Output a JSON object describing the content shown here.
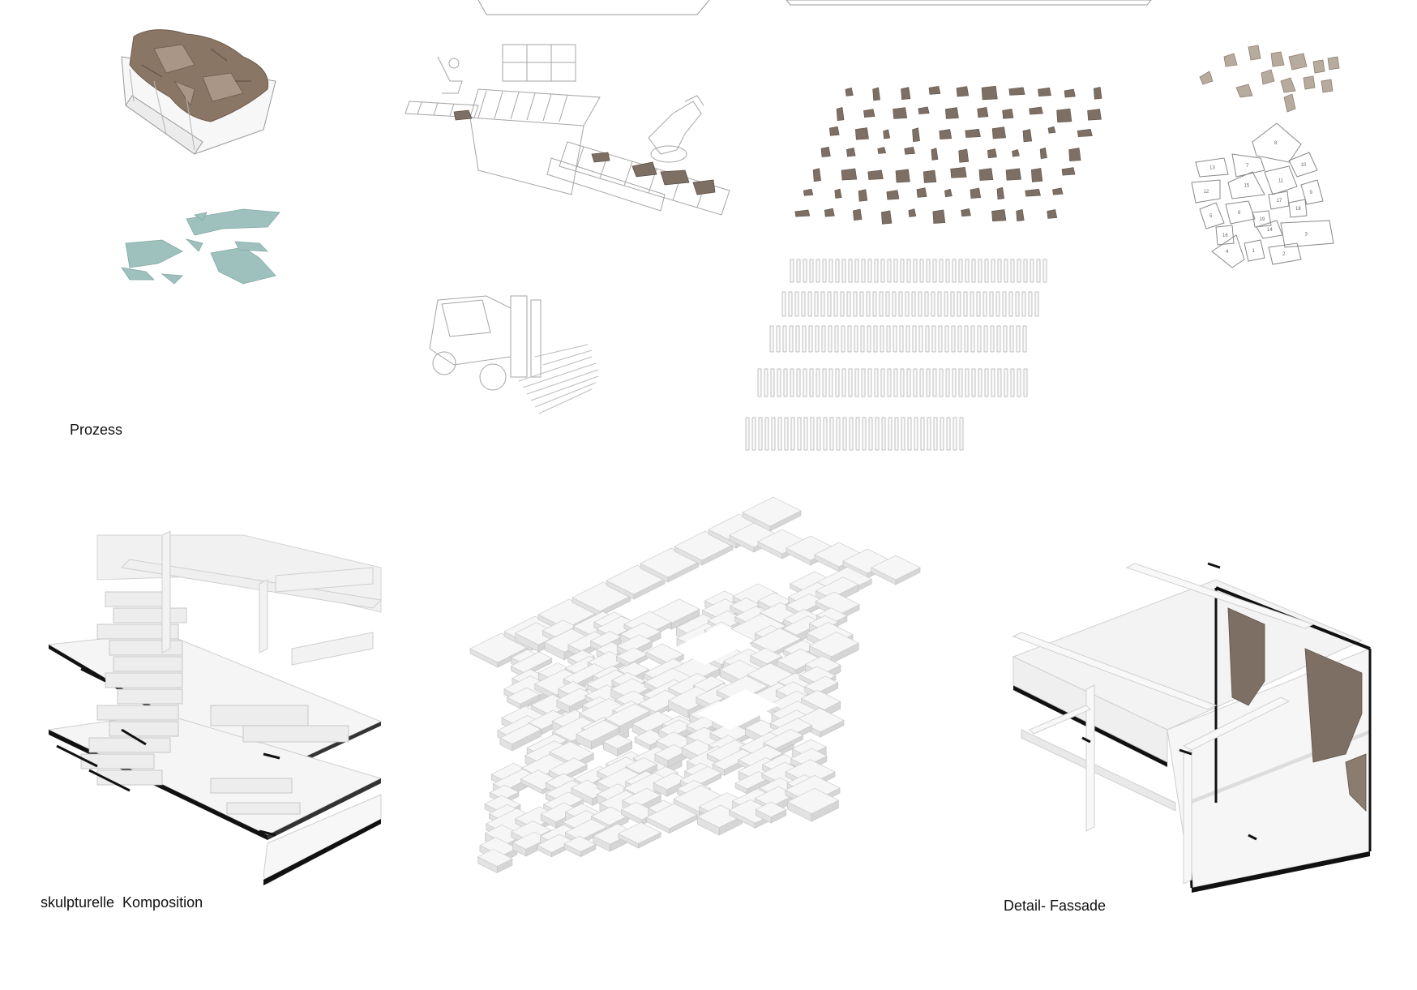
{
  "labels": {
    "process": "Prozess",
    "composition": "skulpturelle  Komposition",
    "detail": "Detail- Fassade"
  },
  "piece_numbers": [
    "8",
    "7",
    "13",
    "10",
    "12",
    "15",
    "11",
    "9",
    "17",
    "18",
    "5",
    "6",
    "19",
    "14",
    "16",
    "3",
    "4",
    "1",
    "2"
  ],
  "colors": {
    "stone": "#7d6f63",
    "stone_light": "#b7ab9d",
    "glass": "#8fb7b2",
    "line": "#9a9a9a",
    "ink": "#111111",
    "slab_top": "#f4f4f4",
    "slab_side": "#d8d8d8"
  }
}
